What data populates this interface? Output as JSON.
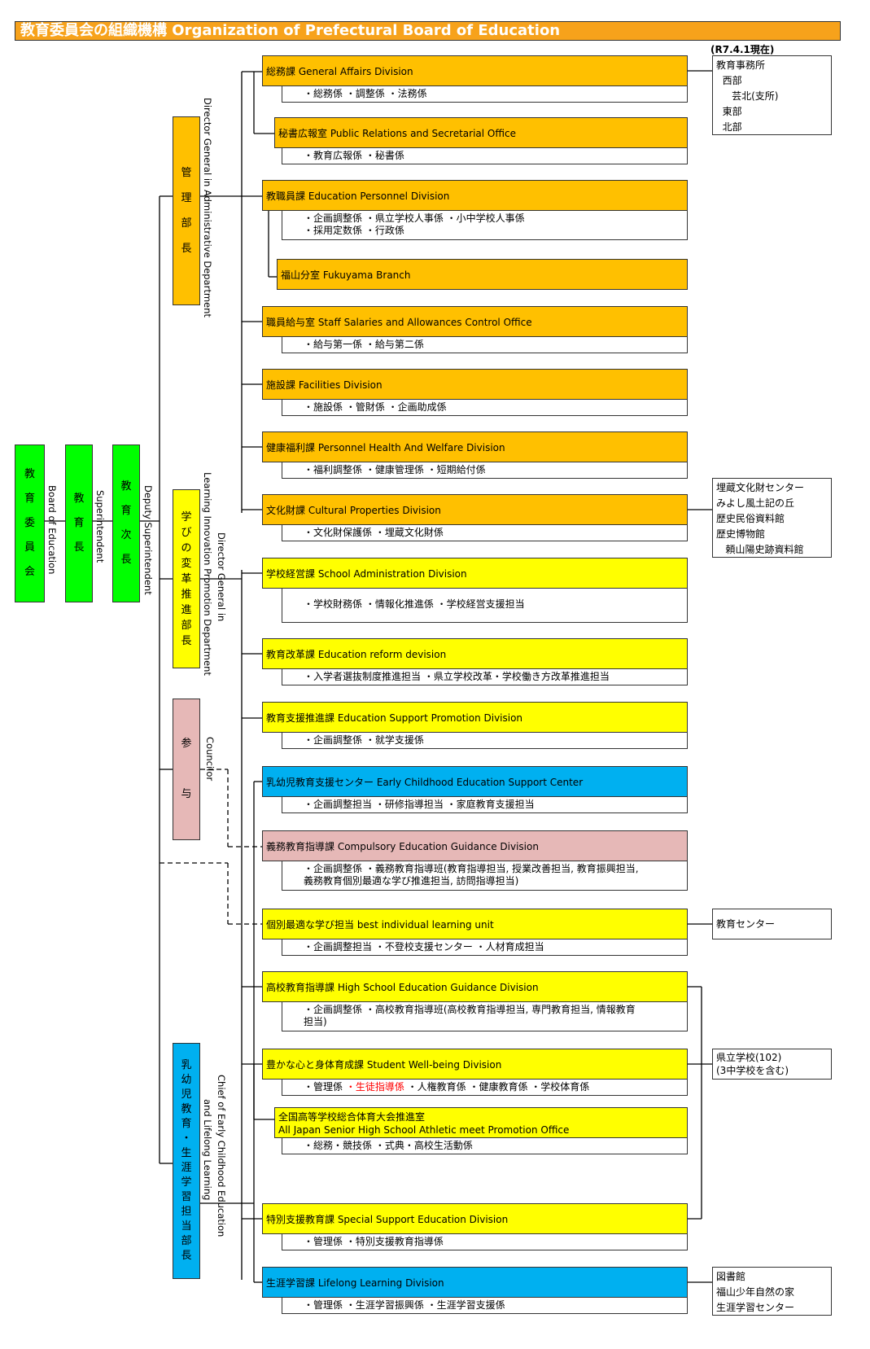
{
  "title": "教育委員会の組織機構  Organization of Prefectural Board of Education",
  "date_note": "(R7.4.1現在)",
  "top_left": [
    {
      "id": "board",
      "label": [
        "教",
        "育",
        "委",
        "員",
        "会"
      ],
      "english": "Board of Education"
    },
    {
      "id": "supt",
      "label": [
        "教",
        "育",
        "長"
      ],
      "english": "Superintendent"
    },
    {
      "id": "deputy",
      "label": [
        "教",
        "育",
        "次",
        "長"
      ],
      "english": "Deputy Superintendent"
    }
  ],
  "directors": [
    {
      "id": "admin",
      "label": [
        "管",
        "理",
        "部",
        "長"
      ],
      "english": "Director General in Administrative Department"
    },
    {
      "id": "learn",
      "label": [
        "学",
        "び",
        "の",
        "変",
        "革",
        "推",
        "進",
        "部",
        "長"
      ],
      "english_1": "Director General in",
      "english_2": "Learning Innovation Promotion Department"
    },
    {
      "id": "councilor",
      "label": [
        "参",
        "与"
      ],
      "english": "Councilor"
    },
    {
      "id": "early",
      "label": [
        "乳",
        "幼",
        "児",
        "教",
        "育",
        "・",
        "生",
        "涯",
        "学",
        "習",
        "担",
        "当",
        "部",
        "長"
      ],
      "english_1": "Chief of Early Childhood Education",
      "english_2": "and Lifelong Learning"
    }
  ],
  "divisions": [
    {
      "head": "総務課  General Affairs Division",
      "sub": "・総務係  ・調整係  ・法務係"
    },
    {
      "head": "秘書広報室  Public Relations and Secretarial Office",
      "sub": "・教育広報係  ・秘書係"
    },
    {
      "head": "教職員課  Education Personnel Division",
      "sub": "・企画調整係  ・県立学校人事係  ・小中学校人事係\n・採用定数係  ・行政係"
    },
    {
      "head": "福山分室  Fukuyama Branch",
      "sub": ""
    },
    {
      "head": "職員給与室  Staff Salaries and Allowances Control Office",
      "sub": "・給与第一係  ・給与第二係"
    },
    {
      "head": "施設課  Facilities Division",
      "sub": "・施設係  ・管財係  ・企画助成係"
    },
    {
      "head": "健康福利課  Personnel Health And Welfare Division",
      "sub": "・福利調整係  ・健康管理係  ・短期給付係"
    },
    {
      "head": "文化財課  Cultural Properties Division",
      "sub": "・文化財保護係 ・埋蔵文化財係"
    },
    {
      "head": "学校経営課  School Administration Division",
      "sub": "・学校財務係  ・情報化推進係  ・学校経営支援担当"
    },
    {
      "head": "教育改革課  Education reform devision",
      "sub": "・入学者選抜制度推進担当  ・県立学校改革・学校働き方改革推進担当"
    },
    {
      "head": "教育支援推進課  Education Support Promotion Division",
      "sub": "・企画調整係  ・就学支援係"
    },
    {
      "head": "乳幼児教育支援センター  Early Childhood Education Support Center",
      "sub": "・企画調整担当  ・研修指導担当  ・家庭教育支援担当"
    },
    {
      "head": "義務教育指導課  Compulsory Education Guidance Division",
      "sub": "・企画調整係  ・義務教育指導班(教育指導担当, 授業改善担当, 教育振興担当,\n義務教育個別最適な学び推進担当, 訪問指導担当)"
    },
    {
      "head": "個別最適な学び担当  best individual learning unit",
      "sub": "・企画調整担当  ・不登校支援センター  ・人材育成担当"
    },
    {
      "head": "高校教育指導課  High School Education Guidance Division",
      "sub": "・企画調整係  ・高校教育指導班(高校教育指導担当, 専門教育担当, 情報教育\n担当)"
    },
    {
      "head": "豊かな心と身体育成課  Student Well-being Division",
      "sub_parts": [
        "・管理係  ",
        "・生徒指導係",
        "  ・人権教育係  ・健康教育係  ・学校体育係"
      ]
    },
    {
      "head": "全国高等学校総合体育大会推進室",
      "head2": "  All Japan Senior High School Athletic meet Promotion Office",
      "sub": "・総務・競技係  ・式典・高校生活動係"
    },
    {
      "head": "特別支援教育課  Special Support Education Division",
      "sub": "・管理係  ・特別支援教育指導係"
    },
    {
      "head": "生涯学習課  Lifelong Learning Division",
      "sub": "・管理係  ・生涯学習振興係  ・生涯学習支援係"
    }
  ],
  "side_boxes": [
    {
      "id": "offices",
      "text": "教育事務所\n  西部\n     芸北(支所)\n  東部\n  北部"
    },
    {
      "id": "culture",
      "text": "埋蔵文化財センター\nみよし風土記の丘\n歴史民俗資料館\n歴史博物館\n   頼山陽史跡資料館"
    },
    {
      "id": "center",
      "text": "教育センター"
    },
    {
      "id": "schools",
      "text": "県立学校(102)\n(3中学校を含む)"
    },
    {
      "id": "library",
      "text": "図書館\n福山少年自然の家\n生涯学習センター"
    }
  ],
  "colors": {
    "orange": "#ffc000",
    "yellow": "#ffff00",
    "blue": "#00b0f0",
    "pink": "#e6b8b7",
    "green": "#00ff00",
    "title": "#f7a21b"
  }
}
